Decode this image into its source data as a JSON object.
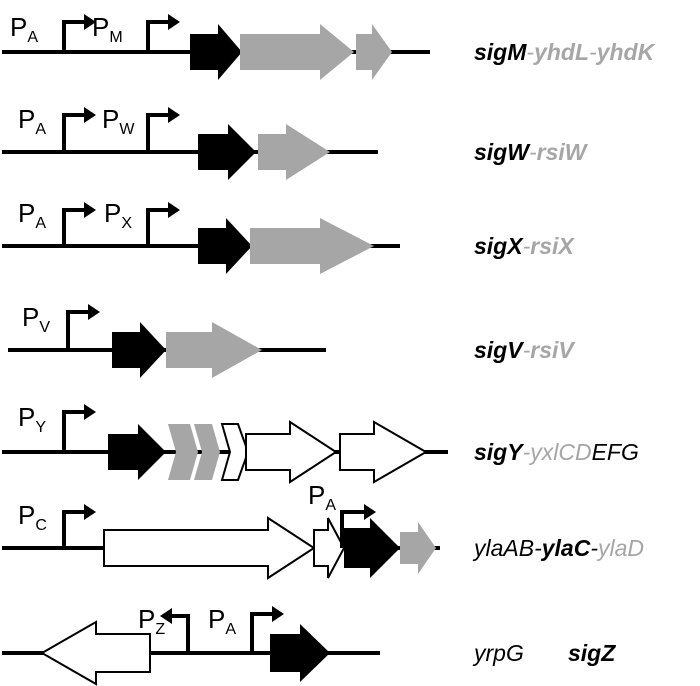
{
  "colors": {
    "primary_gene": "#000000",
    "secondary_gene": "#a6a6a6",
    "other_gene": "#ffffff"
  },
  "operons": [
    {
      "promoters": [
        {
          "base": "P",
          "sub": "A"
        },
        {
          "base": "P",
          "sub": "M"
        }
      ],
      "label": [
        {
          "text": "sigM",
          "bold": true,
          "color": "black"
        },
        {
          "text": "-",
          "bold": false,
          "color": "gray"
        },
        {
          "text": "yhdL",
          "bold": false,
          "color": "gray"
        },
        {
          "text": "-",
          "bold": false,
          "color": "gray"
        },
        {
          "text": "yhdK",
          "bold": false,
          "color": "gray"
        }
      ]
    },
    {
      "promoters": [
        {
          "base": "P",
          "sub": "A"
        },
        {
          "base": "P",
          "sub": "W"
        }
      ],
      "label": [
        {
          "text": "sigW",
          "bold": true,
          "color": "black"
        },
        {
          "text": "-",
          "bold": false,
          "color": "gray"
        },
        {
          "text": "rsiW",
          "bold": false,
          "color": "gray"
        }
      ]
    },
    {
      "promoters": [
        {
          "base": "P",
          "sub": "A"
        },
        {
          "base": "P",
          "sub": "X"
        }
      ],
      "label": [
        {
          "text": "sigX",
          "bold": true,
          "color": "black"
        },
        {
          "text": "-",
          "bold": false,
          "color": "gray"
        },
        {
          "text": "rsiX",
          "bold": false,
          "color": "gray"
        }
      ]
    },
    {
      "promoters": [
        {
          "base": "P",
          "sub": "V"
        }
      ],
      "label": [
        {
          "text": "sigV",
          "bold": true,
          "color": "black"
        },
        {
          "text": "-",
          "bold": false,
          "color": "gray"
        },
        {
          "text": "rsiV",
          "bold": false,
          "color": "gray"
        }
      ]
    },
    {
      "promoters": [
        {
          "base": "P",
          "sub": "Y"
        }
      ],
      "label": [
        {
          "text": "sigY",
          "bold": true,
          "color": "black"
        },
        {
          "text": "-",
          "bold": false,
          "color": "gray"
        },
        {
          "text": "yxlCD",
          "bold": false,
          "color": "gray"
        },
        {
          "text": "EFG",
          "bold": false,
          "color": "black"
        }
      ]
    },
    {
      "promoters": [
        {
          "base": "P",
          "sub": "C"
        },
        {
          "base": "P",
          "sub": "A"
        }
      ],
      "label": [
        {
          "text": "ylaAB-",
          "bold": false,
          "color": "black"
        },
        {
          "text": "ylaC",
          "bold": true,
          "color": "black"
        },
        {
          "text": "-",
          "bold": false,
          "color": "black"
        },
        {
          "text": "ylaD",
          "bold": false,
          "color": "gray"
        }
      ]
    },
    {
      "promoters": [
        {
          "base": "P",
          "sub": "Z"
        },
        {
          "base": "P",
          "sub": "A"
        }
      ],
      "label": [
        {
          "text": "yrpG",
          "bold": false,
          "color": "black"
        },
        {
          "text": "sigZ",
          "bold": true,
          "color": "black"
        }
      ]
    }
  ]
}
